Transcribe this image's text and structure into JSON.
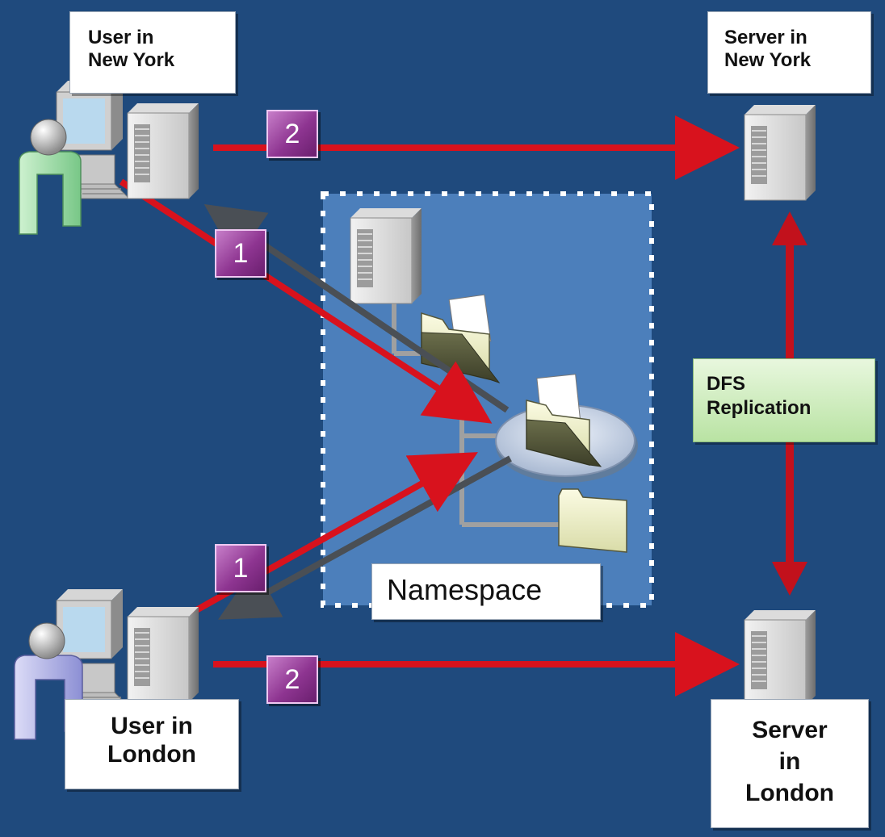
{
  "labels": {
    "user_ny": [
      "User in",
      "New York"
    ],
    "server_ny": [
      "Server in",
      "New York"
    ],
    "user_london": [
      "User in",
      "London"
    ],
    "server_london": [
      "Server",
      "in",
      "London"
    ],
    "dfs": [
      "DFS",
      "Replication"
    ],
    "namespace": "Namespace"
  },
  "badges": {
    "top_left_1": "1",
    "top_right_2": "2",
    "bottom_left_1": "1",
    "bottom_right_2": "2"
  },
  "colors": {
    "background": "#1f4a7d",
    "arrow_red": "#d8121d",
    "arrow_gray": "#4a4f55",
    "namespace_fill": "#4c7fbb",
    "badge": "#8e3591",
    "dfs_box": "#b9e3a3"
  },
  "icons": [
    "user-icon",
    "computer-icon",
    "server-icon",
    "folder-icon",
    "document-icon"
  ]
}
